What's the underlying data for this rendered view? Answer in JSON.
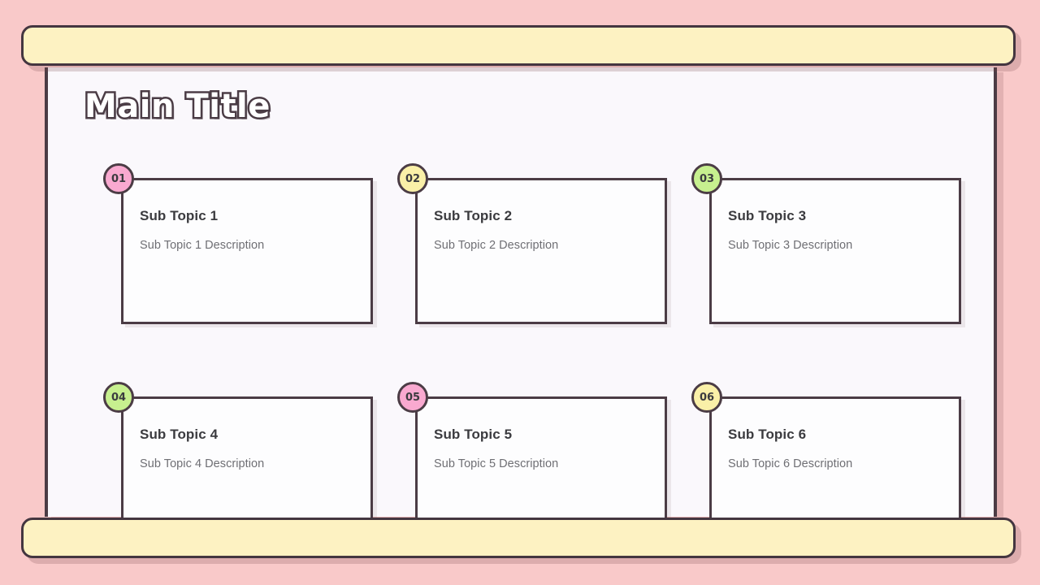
{
  "slide": {
    "title": "Main Title",
    "background_color": "#f9c9c9",
    "panel_color": "#faf8fc",
    "banner_color": "#fdf2c2",
    "outline_color": "#4b3c45"
  },
  "banners": {
    "top_label": "",
    "bottom_label": ""
  },
  "cards": [
    {
      "number": "01",
      "title": "Sub Topic 1",
      "description": "Sub Topic 1 Description",
      "badge_color": "#f9a9d0"
    },
    {
      "number": "02",
      "title": "Sub Topic 2",
      "description": "Sub Topic 2 Description",
      "badge_color": "#faf0a8"
    },
    {
      "number": "03",
      "title": "Sub Topic 3",
      "description": "Sub Topic 3 Description",
      "badge_color": "#c7f08f"
    },
    {
      "number": "04",
      "title": "Sub Topic 4",
      "description": "Sub Topic 4 Description",
      "badge_color": "#c7f08f"
    },
    {
      "number": "05",
      "title": "Sub Topic 5",
      "description": "Sub Topic 5 Description",
      "badge_color": "#f9a9d0"
    },
    {
      "number": "06",
      "title": "Sub Topic 6",
      "description": "Sub Topic 6 Description",
      "badge_color": "#faf0a8"
    }
  ]
}
